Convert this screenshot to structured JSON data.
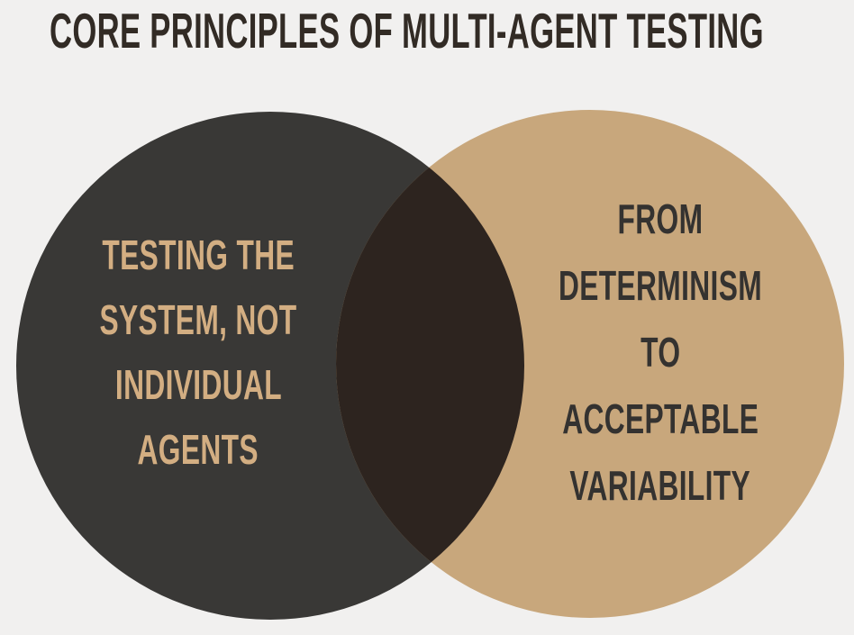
{
  "title": {
    "text": "CORE PRINCIPLES OF MULTI-AGENT TESTING"
  },
  "venn": {
    "left_circle": {
      "lines": [
        "TESTING THE",
        "SYSTEM, NOT",
        "INDIVIDUAL",
        "AGENTS"
      ]
    },
    "right_circle": {
      "lines": [
        "FROM",
        "DETERMINISM",
        "TO",
        "ACCEPTABLE",
        "VARIABILITY"
      ]
    }
  },
  "colors": {
    "background": "#f1f0ef",
    "dark_circle": "#393836",
    "tan_circle": "#c8a77c",
    "overlap": "#2d241f",
    "title_text": "#322b25",
    "left_circle_text": "#d3ae82",
    "right_circle_text": "#343230"
  }
}
